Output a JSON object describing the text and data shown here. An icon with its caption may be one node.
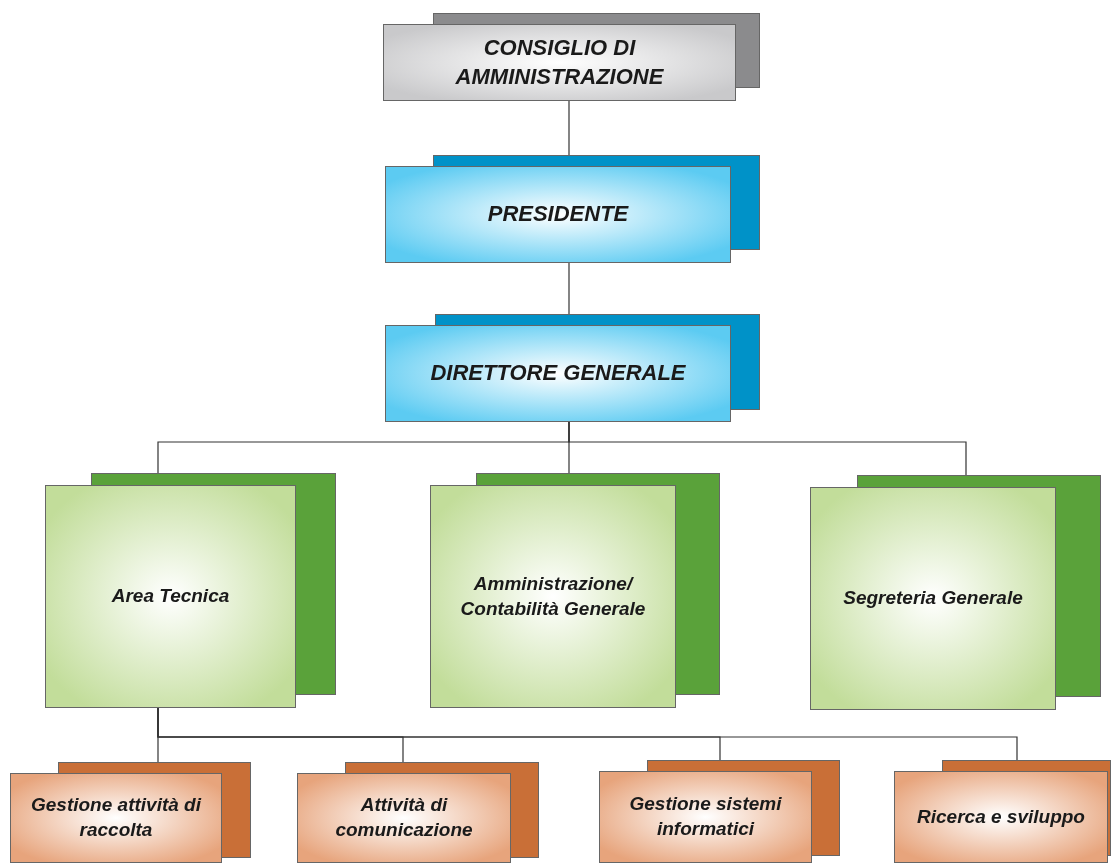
{
  "diagram": {
    "nodes": [
      {
        "text": [
          "CONSIGLIO DI AMMINISTRAZIONE"
        ]
      },
      {
        "text": [
          "PRESIDENTE"
        ]
      },
      {
        "text": [
          "DIRETTORE GENERALE"
        ]
      },
      {
        "text": [
          "Area Tecnica"
        ]
      },
      {
        "text": [
          "Amministrazione/ Contabilità Generale"
        ]
      },
      {
        "text": [
          "Segreteria Generale"
        ]
      },
      {
        "text": [
          "Gestione attività di raccolta"
        ]
      },
      {
        "text": [
          "Attività di comunicazione"
        ]
      },
      {
        "text": [
          "Gestione sistemi informatici"
        ]
      },
      {
        "text": [
          "Ricerca e sviluppo"
        ]
      }
    ],
    "edges": [
      {
        "from": 0,
        "to": 1,
        "arrow": "none"
      },
      {
        "from": 1,
        "to": 2,
        "arrow": "none"
      },
      {
        "from": 2,
        "to": 3,
        "arrow": "none"
      },
      {
        "from": 2,
        "to": 4,
        "arrow": "none"
      },
      {
        "from": 2,
        "to": 5,
        "arrow": "none"
      },
      {
        "from": 3,
        "to": 6,
        "arrow": "none"
      },
      {
        "from": 3,
        "to": 7,
        "arrow": "none"
      },
      {
        "from": 3,
        "to": 8,
        "arrow": "none"
      },
      {
        "from": 3,
        "to": 9,
        "arrow": "none"
      }
    ]
  }
}
